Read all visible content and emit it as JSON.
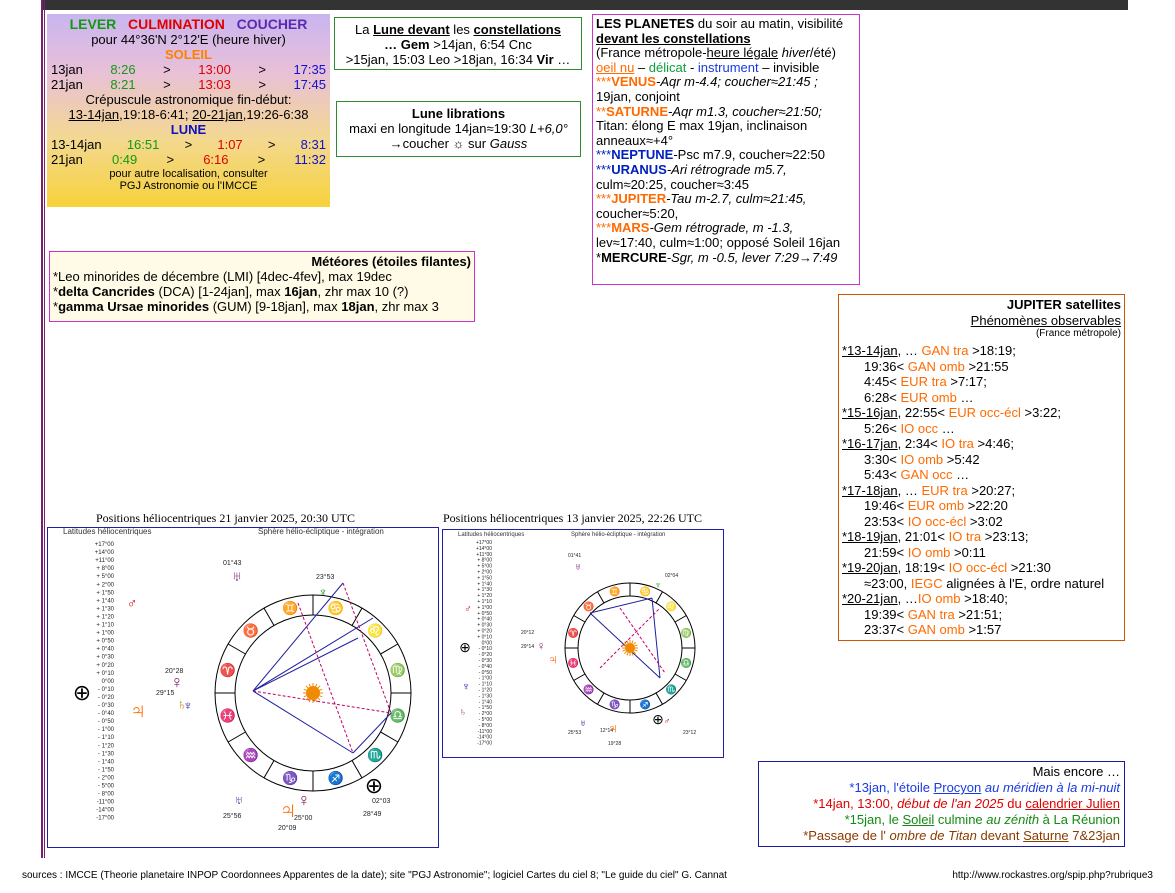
{
  "soleil_lune": {
    "hdr_lever": "LEVER",
    "hdr_culm": "CULMINATION",
    "hdr_coucher": "COUCHER",
    "location": "pour 44°36'N  2°12'E (heure hiver)",
    "soleil_title": "SOLEIL",
    "soleil_rows": [
      {
        "date": "13jan",
        "lever": "8:26",
        "sep1": ">",
        "culm": "13:00",
        "sep2": ">",
        "coucher": "17:35"
      },
      {
        "date": "21jan",
        "lever": "8:21",
        "sep1": ">",
        "culm": "13:03",
        "sep2": ">",
        "coucher": "17:45"
      }
    ],
    "crep_title": "Crépuscule astronomique fin-début:",
    "crep_1": "13-14jan",
    "crep_1_val": ",19:18-6:41; ",
    "crep_2": "20-21jan",
    "crep_2_val": ",19:26-6:38",
    "lune_title": "LUNE",
    "lune_rows": [
      {
        "date": "13-14jan",
        "lever": "16:51",
        "sep1": ">",
        "culm": "1:07",
        "sep2": ">",
        "coucher": "8:31"
      },
      {
        "date": "21jan",
        "lever": "0:49",
        "sep1": ">",
        "culm": "6:16",
        "sep2": ">",
        "coucher": "11:32"
      }
    ],
    "note_1": "pour autre localisation, consulter",
    "note_2": "PGJ Astronomie ou l'IMCCE"
  },
  "lune_const": {
    "t1": "La ",
    "t2": "Lune devant",
    "t3": " les ",
    "t4": "constellations",
    "l1a": "… Gem",
    "l1b": " >14jan, 6:54 Cnc",
    "l2a": ">15jan, 15:03 Leo >18jan, 16:34 ",
    "l2b": "Vir",
    "l2c": " …"
  },
  "libration": {
    "title": "Lune librations",
    "line1a": "maxi en longitude 14jan≈19:30 ",
    "line1b": "L+6,0°",
    "line2a": "→coucher ☼ sur ",
    "line2b": "Gauss"
  },
  "planetes": {
    "t1": "LES PLANETES",
    "t2": " du soir au matin, visibilité",
    "t3": "devant les constellations",
    "t4a": "(France métropole-",
    "t4b": "heure légale",
    "t4c": " hiver",
    "t4d": "/été)",
    "legend_oeil": "oeil nu",
    "legend_delicat": "délicat",
    "legend_instrument": "instrument",
    "legend_invisible": "invisible",
    "venus_stars": "***",
    "venus_name": "VENUS",
    "venus_txt": "-Aqr m-4.4; coucher≈21:45 ;",
    "venus_txt2": "19jan, conjoint",
    "saturne_stars": "**",
    "saturne_name": "SATURNE",
    "saturne_txt": "-Aqr m1.3, coucher≈21:50;",
    "saturne_txt2": "Titan: élong E max 19jan, inclinaison",
    "saturne_txt3": "anneaux≈+4°",
    "neptune_stars": "***",
    "neptune_name": "NEPTUNE",
    "neptune_txt": "-Psc m7.9, coucher≈22:50",
    "uranus_stars": "***",
    "uranus_name": "URANUS",
    "uranus_txt": "-Ari rétrograde m5.7,",
    "uranus_txt2": "culm≈20:25, coucher≈3:45",
    "jupiter_stars": "***",
    "jupiter_name": "JUPITER",
    "jupiter_txt": "-Tau m-2.7, culm≈21:45,",
    "jupiter_txt2": "coucher≈5:20,",
    "mars_stars": "***",
    "mars_name": "MARS",
    "mars_txt": "-Gem rétrograde, m -1.3,",
    "mars_txt2": "lev≈17:40, culm≈1:00; opposé Soleil 16jan",
    "mercure_stars": "*",
    "mercure_name": "MERCURE",
    "mercure_txt": "-Sgr, m -0.5, lever 7:29→7:49"
  },
  "meteores": {
    "title": "Météores (étoiles filantes)",
    "l1": "*Leo minorides de décembre (LMI) [4dec-4fev], max 19dec",
    "l2a": "*",
    "l2b": "delta Cancrides",
    "l2c": " (DCA) [1-24jan], max ",
    "l2d": "16jan",
    "l2e": ", zhr max 10 (?)",
    "l3a": "*",
    "l3b": "gamma Ursae minorides",
    "l3c": " (GUM) [9-18jan], max ",
    "l3d": "18jan",
    "l3e": ", zhr max 3"
  },
  "jupiter_sat": {
    "title": "JUPITER satellites",
    "subtitle": "Phénomènes observables",
    "region": "(France métropole)",
    "lines": [
      {
        "type": "date",
        "date": "*13-14jan",
        "text": ", … ",
        "sat": "GAN tra",
        "rest": " >18:19;"
      },
      {
        "type": "cont",
        "pre": "19:36< ",
        "sat": "GAN omb",
        "rest": " >21:55"
      },
      {
        "type": "cont",
        "pre": "4:45< ",
        "sat": "EUR tra",
        "rest": " >7:17;"
      },
      {
        "type": "cont",
        "pre": "6:28< ",
        "sat": "EUR omb",
        "rest": " …"
      },
      {
        "type": "date",
        "date": "*15-16jan",
        "text": ", 22:55< ",
        "sat": "EUR occ-écl",
        "rest": " >3:22;"
      },
      {
        "type": "cont",
        "pre": "5:26< ",
        "sat": "IO occ",
        "rest": " …"
      },
      {
        "type": "date",
        "date": "*16-17jan",
        "text": ", 2:34< ",
        "sat": "IO tra",
        "rest": " >4:46;"
      },
      {
        "type": "cont",
        "pre": "3:30< ",
        "sat": "IO omb",
        "rest": " >5:42"
      },
      {
        "type": "cont",
        "pre": "5:43< ",
        "sat": "GAN occ",
        "rest": " …"
      },
      {
        "type": "date",
        "date": "*17-18jan",
        "text": ", … ",
        "sat": "EUR tra",
        "rest": " >20:27;"
      },
      {
        "type": "cont",
        "pre": "19:46< ",
        "sat": "EUR omb",
        "rest": " >22:20"
      },
      {
        "type": "cont",
        "pre": "23:53< ",
        "sat": "IO occ-écl",
        "rest": " >3:02"
      },
      {
        "type": "date",
        "date": "*18-19jan",
        "text": ", 21:01< ",
        "sat": "IO tra",
        "rest": " >23:13;"
      },
      {
        "type": "cont",
        "pre": "21:59< ",
        "sat": "IO omb",
        "rest": " >0:11"
      },
      {
        "type": "date",
        "date": "*19-20jan",
        "text": ", 18:19< ",
        "sat": "IO occ-écl",
        "rest": " >21:30"
      },
      {
        "type": "cont",
        "pre": "≈23:00, ",
        "sat": "IEGC",
        "rest": " alignées à l'E, ordre naturel"
      },
      {
        "type": "date",
        "date": "*20-21jan",
        "text": ", …",
        "sat": "IO omb",
        "rest": " >18:40;"
      },
      {
        "type": "cont",
        "pre": "19:39< ",
        "sat": "GAN tra",
        "rest": " >21:51;"
      },
      {
        "type": "cont",
        "pre": "23:37< ",
        "sat": "GAN omb",
        "rest": " >1:57"
      }
    ]
  },
  "mais_encore": {
    "title": "Mais encore …",
    "l1a": "*13jan, l'étoile ",
    "l1b": "Procyon",
    "l1c": " au méridien à la mi-nuit",
    "l2a": "*14jan, 13:00, ",
    "l2b": "début de l'an 2025",
    "l2c": " du ",
    "l2d": "calendrier Julien",
    "l3a": "*15jan, le ",
    "l3b": "Soleil",
    "l3c": " culmine ",
    "l3d": "au zénith",
    "l3e": " à La Réunion",
    "l4a": "*Passage de l' ",
    "l4b": "ombre de Titan",
    "l4c": " devant ",
    "l4d": "Saturne",
    "l4e": " 7&23jan"
  },
  "chart1": {
    "caption": "Positions héliocentriques 21 janvier 2025, 20:30 UTC",
    "left_title": "Latitudes héliocentriques",
    "right_title": "Sphère hélio-écliptique - intégration",
    "scale": [
      "+17°00",
      "+14°00",
      "+11°00",
      "+ 8°00",
      "+ 5°00",
      "+ 2°00",
      "+ 1°50",
      "+ 1°40",
      "+ 1°30",
      "+ 1°20",
      "+ 1°10",
      "+ 1°00",
      "+ 0°50",
      "+ 0°40",
      "+ 0°30",
      "+ 0°20",
      "+ 0°10",
      "0°00",
      "- 0°10",
      "- 0°20",
      "- 0°30",
      "- 0°40",
      "- 0°50",
      "- 1°00",
      "- 1°10",
      "- 1°20",
      "- 1°30",
      "- 1°40",
      "- 1°50",
      "- 2°00",
      "- 5°00",
      "- 8°00",
      "-11°00",
      "-14°00",
      "-17°00"
    ],
    "labels": [
      "01°43",
      "23°53",
      "20°28",
      "29°15",
      "25°56",
      "25°00",
      "20°09",
      "28°49",
      "02°03"
    ]
  },
  "chart2": {
    "caption": "Positions héliocentriques 13 janvier 2025, 22:26 UTC",
    "left_title": "Latitudes héliocentriques",
    "right_title": "Sphère hélio-écliptique - intégration",
    "scale": [
      "+17°00",
      "+14°00",
      "+11°00",
      "+ 8°00",
      "+ 5°00",
      "+ 2°00",
      "+ 1°50",
      "+ 1°40",
      "+ 1°30",
      "+ 1°20",
      "+ 1°10",
      "+ 1°00",
      "+ 0°50",
      "+ 0°40",
      "+ 0°30",
      "+ 0°20",
      "+ 0°10",
      "0°00",
      "- 0°10",
      "- 0°20",
      "- 0°30",
      "- 0°40",
      "- 0°50",
      "- 1°00",
      "- 1°10",
      "- 1°20",
      "- 1°30",
      "- 1°40",
      "- 1°50",
      "- 2°00",
      "- 5°00",
      "- 8°00",
      "-11°00",
      "-14°00",
      "-17°00"
    ],
    "labels": [
      "01°41",
      "02°04",
      "20°12",
      "29°14",
      "25°53",
      "12°14",
      "19°28",
      "23°12"
    ]
  },
  "footer": {
    "sources": "sources : IMCCE (Theorie planetaire INPOP Coordonnees Apparentes de la date); site \"PGJ Astronomie\"; logiciel  Cartes du ciel 8; \"Le guide du ciel\" G. Cannat",
    "url": "http://www.rockastres.org/spip.php?rubrique3"
  },
  "colors": {
    "box_border": "#cc33cc",
    "green_border": "#2e8b2e",
    "jupiter_border": "#cc5500",
    "chart_border": "#1f1fa0",
    "sat_orange": "#ff6a00"
  }
}
